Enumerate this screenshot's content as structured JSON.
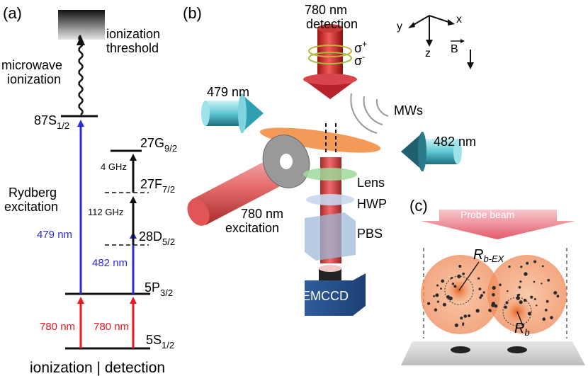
{
  "panel_labels": {
    "a": "(a)",
    "b": "(b)",
    "c": "(c)"
  },
  "panel_a": {
    "threshold": [
      "ionization",
      "threshold"
    ],
    "microwave": [
      "microwave",
      "ionization"
    ],
    "rydberg": [
      "Rydberg",
      "excitation"
    ],
    "levels": {
      "s87": {
        "main": "87S",
        "sub": "1/2"
      },
      "g27": {
        "main": "27G",
        "sub": "9/2"
      },
      "f27": {
        "main": "27F",
        "sub": "7/2"
      },
      "d28": {
        "main": "28D",
        "sub": "5/2"
      },
      "p5": {
        "main": "5P",
        "sub": "3/2"
      },
      "s5": {
        "main": "5S",
        "sub": "1/2"
      }
    },
    "gap_4ghz": "4 GHz",
    "gap_112ghz": "112 GHz",
    "wl_479": "479 nm",
    "wl_482": "482 nm",
    "wl_780_left": "780 nm",
    "wl_780_right": "780 nm",
    "bottom": "ionization | detection",
    "colors": {
      "red": "#e8191f",
      "blue": "#2b2bd6",
      "black": "#111111"
    }
  },
  "panel_b": {
    "detection": [
      "780 nm",
      "detection"
    ],
    "sigma_plus": "σ",
    "sigma_plus_sup": "+",
    "sigma_minus": "σ",
    "sigma_minus_sup": "-",
    "axes": {
      "x": "x",
      "y": "y",
      "z": "z",
      "B": "B"
    },
    "wl_479": "479 nm",
    "wl_482": "482 nm",
    "mws": "MWs",
    "lens": "Lens",
    "hwp": "HWP",
    "pbs": "PBS",
    "excitation": [
      "780 nm",
      "excitation"
    ],
    "camera": "EMCCD"
  },
  "panel_c": {
    "probe": "Probe beam",
    "r_bex_main": "R",
    "r_bex_sub": "b-EX",
    "r_b_main": "R",
    "r_b_sub": "b"
  }
}
